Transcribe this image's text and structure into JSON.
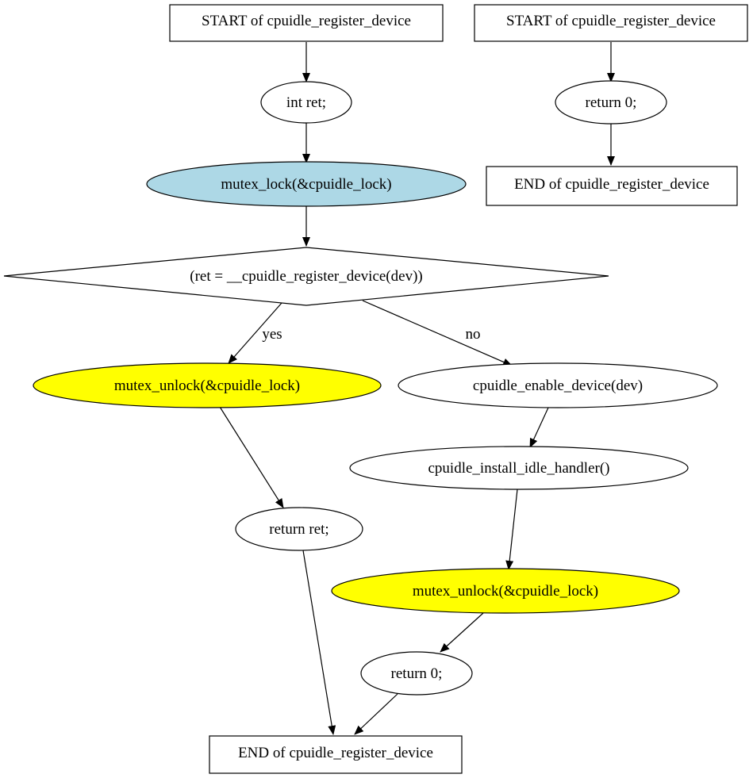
{
  "nodes": {
    "start_left": "START of cpuidle_register_device",
    "int_ret": "int ret;",
    "mutex_lock": "mutex_lock(&cpuidle_lock)",
    "decision": "(ret = __cpuidle_register_device(dev))",
    "unlock_yes": "mutex_unlock(&cpuidle_lock)",
    "return_ret": "return ret;",
    "enable_device": "cpuidle_enable_device(dev)",
    "install_handler": "cpuidle_install_idle_handler()",
    "unlock_no": "mutex_unlock(&cpuidle_lock)",
    "return_zero_left": "return 0;",
    "end_left": "END of cpuidle_register_device",
    "start_right": "START of cpuidle_register_device",
    "return_zero_right": "return 0;",
    "end_right": "END of cpuidle_register_device"
  },
  "edges": {
    "yes_label": "yes",
    "no_label": "no"
  },
  "colors": {
    "lock_fill": "#add8e6",
    "unlock_fill": "#ffff00",
    "default_fill": "#ffffff",
    "stroke": "#000000"
  }
}
